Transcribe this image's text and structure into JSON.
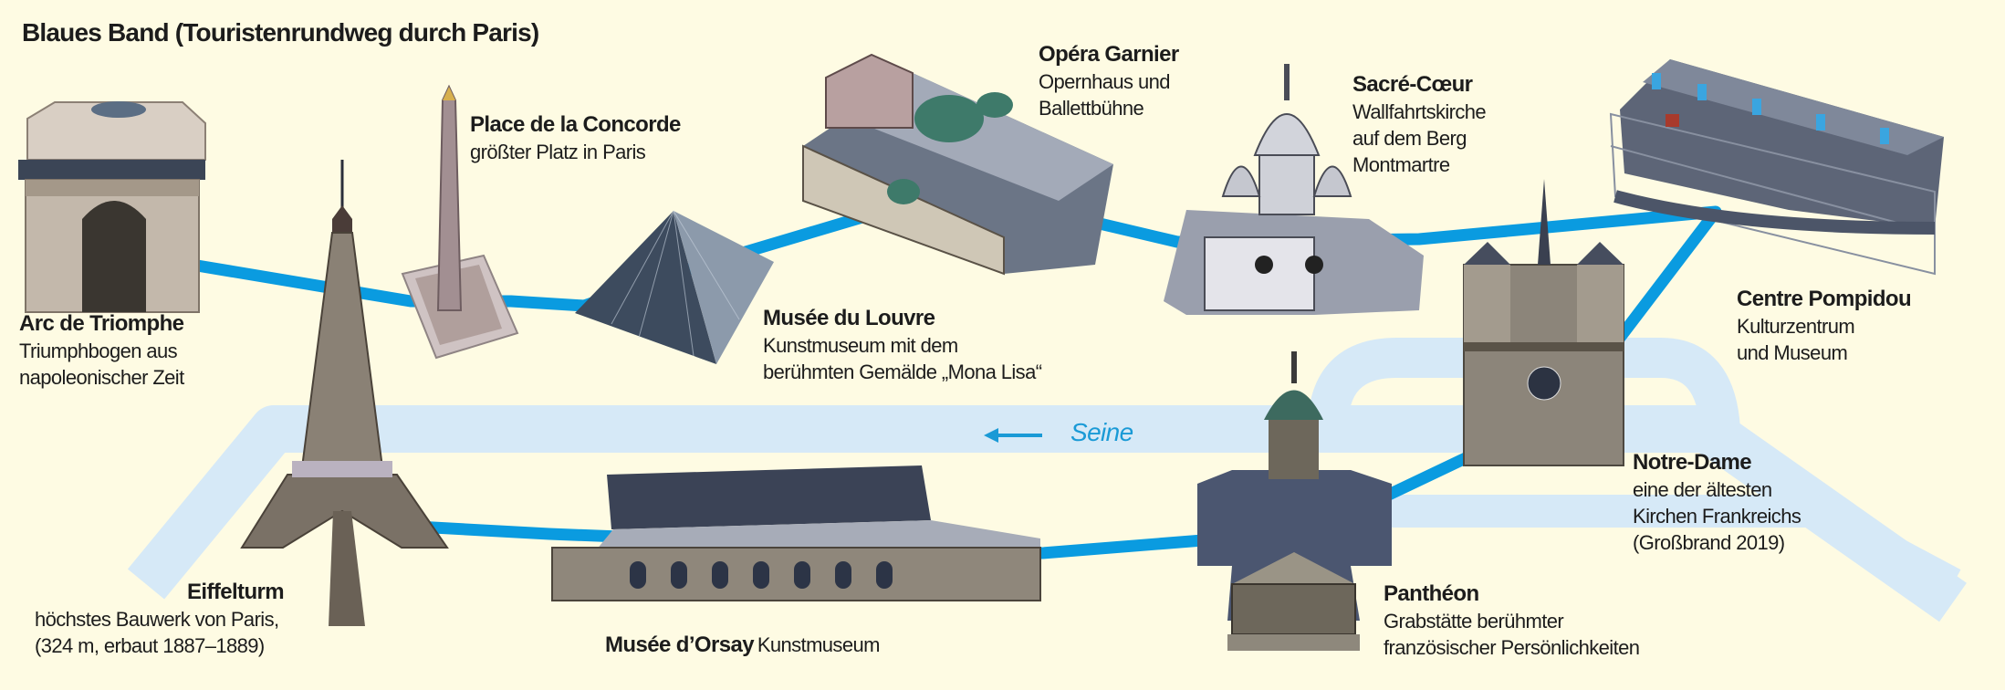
{
  "title": "Blaues Band (Touristenrundweg durch Paris)",
  "river": {
    "label": "Seine",
    "arrow_icon": "arrow-left-icon"
  },
  "colors": {
    "route": "#0a9be0",
    "river": "#d6e9f7",
    "background": "#fefbe3",
    "river_text": "#1a9ad6"
  },
  "sights": {
    "arc": {
      "name": "Arc de Triomphe",
      "desc": [
        "Triumphbogen aus",
        "napoleonischer Zeit"
      ]
    },
    "concorde": {
      "name": "Place de la Concorde",
      "desc": [
        "größter Platz in Paris"
      ]
    },
    "louvre": {
      "name": "Musée du Louvre",
      "desc": [
        "Kunstmuseum mit dem",
        "berühmten Gemälde „Mona Lisa“"
      ]
    },
    "opera": {
      "name": "Opéra Garnier",
      "desc": [
        "Opernhaus und",
        "Ballettbühne"
      ]
    },
    "sacre": {
      "name": "Sacré-Cœur",
      "desc": [
        "Wallfahrtskirche",
        "auf dem Berg",
        "Montmartre"
      ]
    },
    "pompidou": {
      "name": "Centre Pompidou",
      "desc": [
        "Kulturzentrum",
        "und Museum"
      ]
    },
    "notredame": {
      "name": "Notre-Dame",
      "desc": [
        "eine der ältesten",
        "Kirchen Frankreichs",
        "(Großbrand 2019)"
      ]
    },
    "pantheon": {
      "name": "Panthéon",
      "desc": [
        "Grabstätte berühmter",
        "französischer Persönlichkeiten"
      ]
    },
    "orsay": {
      "name": "Musée d’Orsay",
      "desc": [
        "Kunstmuseum"
      ]
    },
    "eiffel": {
      "name": "Eiffelturm",
      "desc": [
        "höchstes Bauwerk von Paris,",
        "(324 m, erbaut 1887–1889)"
      ]
    }
  }
}
